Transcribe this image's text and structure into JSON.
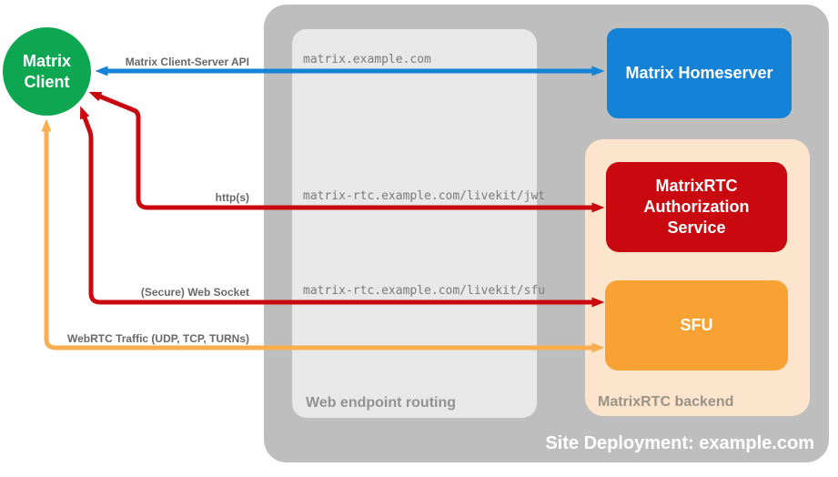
{
  "diagram": {
    "type": "architecture-diagram",
    "background": "#ffffff"
  },
  "containers": {
    "site_deployment": {
      "caption": "Site Deployment: example.com"
    },
    "web_routing": {
      "caption": "Web endpoint routing"
    },
    "backend": {
      "caption": "MatrixRTC backend"
    }
  },
  "nodes": {
    "client": {
      "label": "Matrix Client"
    },
    "homeserver": {
      "label": "Matrix Homeserver"
    },
    "auth_service": {
      "label": "MatrixRTC Authorization Service"
    },
    "sfu": {
      "label": "SFU"
    }
  },
  "edges": [
    {
      "from": "matrix-client",
      "to": "matrix-homeserver",
      "direction": "bidirectional",
      "protocol": "Matrix Client-Server API",
      "endpoint": "matrix.example.com",
      "color": "#1482d6"
    },
    {
      "from": "matrix-client",
      "to": "matrixrtc-authorization-service",
      "direction": "bidirectional",
      "protocol": "http(s)",
      "endpoint": "matrix-rtc.example.com/livekit/jwt",
      "color": "#c9090f"
    },
    {
      "from": "matrix-client",
      "to": "sfu",
      "direction": "bidirectional",
      "protocol": "(Secure) Web Socket",
      "endpoint": "matrix-rtc.example.com/livekit/sfu",
      "color": "#c9090f"
    },
    {
      "from": "matrix-client",
      "to": "sfu",
      "direction": "bidirectional",
      "protocol": "WebRTC Traffic (UDP, TCP, TURNs)",
      "endpoint": "",
      "color": "#f9ae52"
    }
  ],
  "colors": {
    "client_green": "#0ca750",
    "homeserver_blue": "#1482d6",
    "service_red": "#c9090f",
    "sfu_orange": "#f7a233",
    "webrtc_arrow_orange": "#f9ae52",
    "backend_peach": "#fce5cc",
    "site_gray": "#bebebe",
    "routing_gray": "#e8e8e8",
    "label_gray": "#686868",
    "endpoint_gray": "#7a7a7a",
    "caption_gray": "#929292",
    "text_white": "#ffffff"
  }
}
